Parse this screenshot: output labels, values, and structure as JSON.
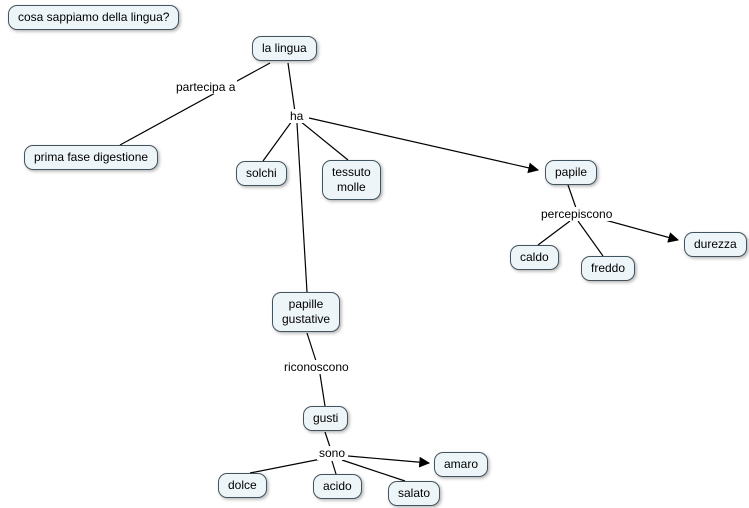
{
  "map": {
    "question": "cosa sappiamo della lingua?",
    "nodes": {
      "la_lingua": "la lingua",
      "prima_fase": "prima fase digestione",
      "solchi": "solchi",
      "tessuto_molle": "tessuto\nmolle",
      "papile": "papile",
      "caldo": "caldo",
      "freddo": "freddo",
      "durezza": "durezza",
      "papille_gustative": "papille\ngustative",
      "gusti": "gusti",
      "dolce": "dolce",
      "acido": "acido",
      "salato": "salato",
      "amaro": "amaro"
    },
    "links": {
      "partecipa_a": "partecipa a",
      "ha": "ha",
      "percepiscono": "percepiscono",
      "riconoscono": "riconoscono",
      "sono": "sono"
    },
    "colors": {
      "node_fill": "#edf5f8",
      "node_border": "#44545f",
      "line": "#000000",
      "background": "#ffffff"
    }
  }
}
